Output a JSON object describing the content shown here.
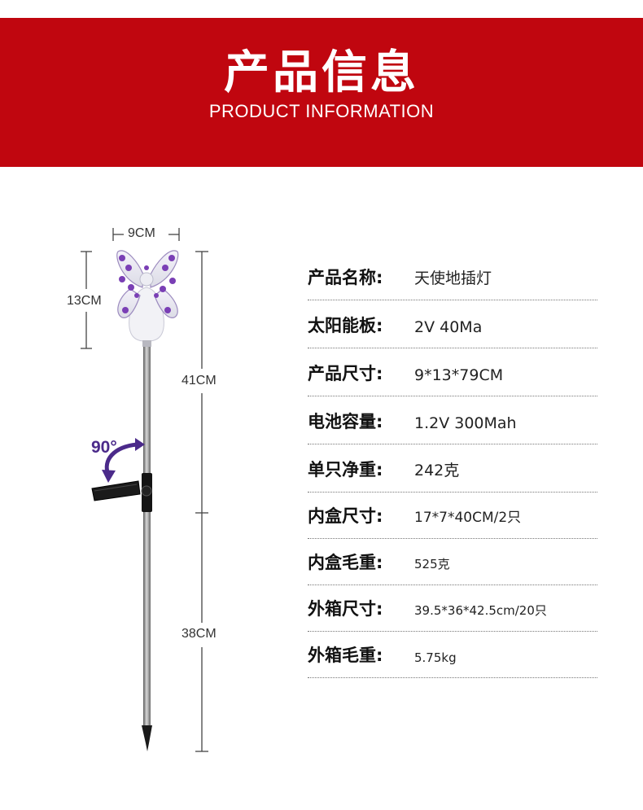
{
  "header": {
    "title": "产品信息",
    "subtitle": "PRODUCT INFORMATION"
  },
  "diagram": {
    "width_label": "9CM",
    "height_label": "13CM",
    "upper_label": "41CM",
    "lower_label": "38CM",
    "angle_label": "90°"
  },
  "specs": [
    {
      "key": "产品名称:",
      "value": "天使地插灯"
    },
    {
      "key": "太阳能板:",
      "value": "2V 40Ma"
    },
    {
      "key": "产品尺寸:",
      "value": "9*13*79CM"
    },
    {
      "key": "电池容量:",
      "value": "1.2V 300Mah"
    },
    {
      "key": "单只净重:",
      "value": "242克"
    },
    {
      "key": "内盒尺寸:",
      "value": "17*7*40CM/2只"
    },
    {
      "key": "内盒毛重:",
      "value": "525克"
    },
    {
      "key": "外箱尺寸:",
      "value": "39.5*36*42.5cm/20只"
    },
    {
      "key": "外箱毛重:",
      "value": "5.75kg"
    }
  ],
  "colors": {
    "banner": "#c0060f",
    "accent_purple": "#4b2a8a",
    "flower_purple": "#7a3fb5"
  }
}
